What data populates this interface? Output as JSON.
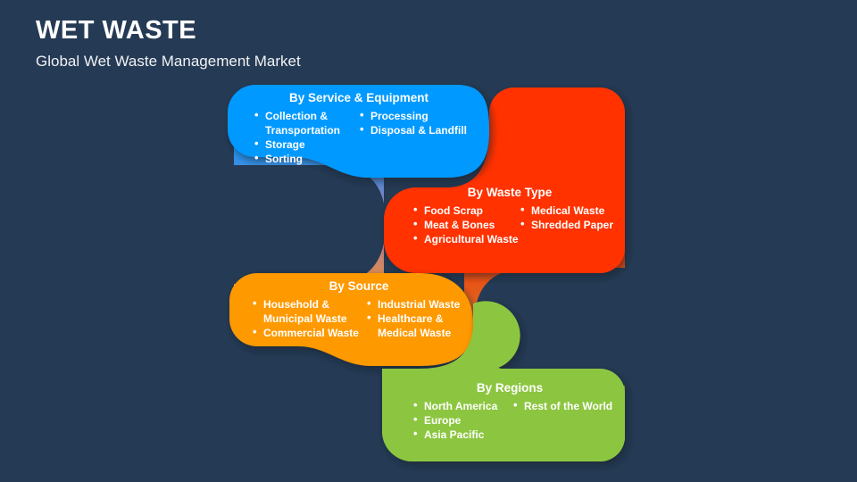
{
  "header": {
    "title": "WET WASTE",
    "subtitle": "Global Wet Waste Management Market"
  },
  "colors": {
    "background": "#253A54",
    "blue": "#0099FF",
    "red": "#FF3300",
    "orange": "#FF9900",
    "green": "#8CC63F",
    "text": "#FFFFFF"
  },
  "diagram": {
    "type": "segmentation-flow",
    "panels": [
      {
        "key": "service",
        "title": "By Service & Equipment",
        "color": "#0099FF",
        "column_left": [
          "Collection & Transportation",
          "Storage",
          "Sorting"
        ],
        "column_right": [
          "Processing",
          "Disposal & Landfill"
        ]
      },
      {
        "key": "waste_type",
        "title": "By Waste Type",
        "color": "#FF3300",
        "column_left": [
          "Food Scrap",
          "Meat & Bones",
          "Agricultural Waste"
        ],
        "column_right": [
          "Medical Waste",
          "Shredded Paper"
        ]
      },
      {
        "key": "source",
        "title": "By Source",
        "color": "#FF9900",
        "column_left": [
          "Household & Municipal Waste",
          "Commercial Waste"
        ],
        "column_right": [
          "Industrial Waste",
          "Healthcare & Medical Waste"
        ]
      },
      {
        "key": "regions",
        "title": "By Regions",
        "color": "#8CC63F",
        "column_left": [
          "North America",
          "Europe",
          "Asia Pacific"
        ],
        "column_right": [
          "Rest of the World"
        ]
      }
    ]
  }
}
